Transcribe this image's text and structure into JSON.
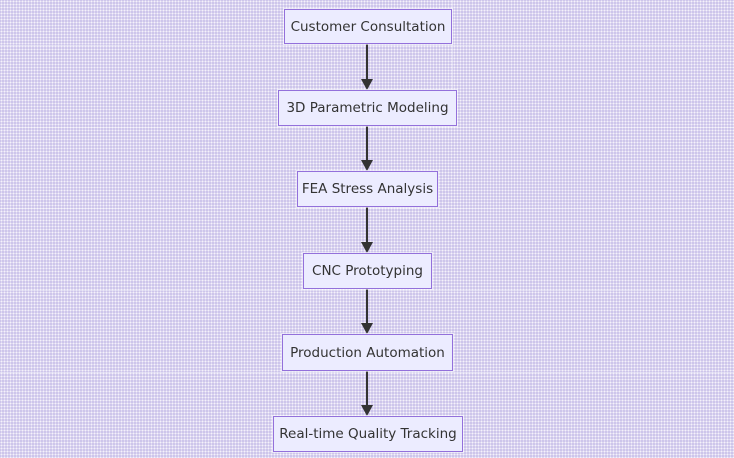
{
  "diagram": {
    "type": "flowchart",
    "direction": "top-to-bottom",
    "colors": {
      "background": "#cbc3ea",
      "node_fill": "#ececff",
      "node_border": "#9370db",
      "node_text": "#333333",
      "edge": "#333333"
    },
    "nodes": [
      {
        "id": "consultation",
        "label": "Customer Consultation"
      },
      {
        "id": "modeling",
        "label": "3D Parametric Modeling"
      },
      {
        "id": "fea",
        "label": "FEA Stress Analysis"
      },
      {
        "id": "cnc",
        "label": "CNC Prototyping"
      },
      {
        "id": "automation",
        "label": "Production Automation"
      },
      {
        "id": "quality",
        "label": "Real-time Quality Tracking"
      }
    ],
    "edges": [
      {
        "from": "consultation",
        "to": "modeling"
      },
      {
        "from": "modeling",
        "to": "fea"
      },
      {
        "from": "fea",
        "to": "cnc"
      },
      {
        "from": "cnc",
        "to": "automation"
      },
      {
        "from": "automation",
        "to": "quality"
      }
    ]
  }
}
